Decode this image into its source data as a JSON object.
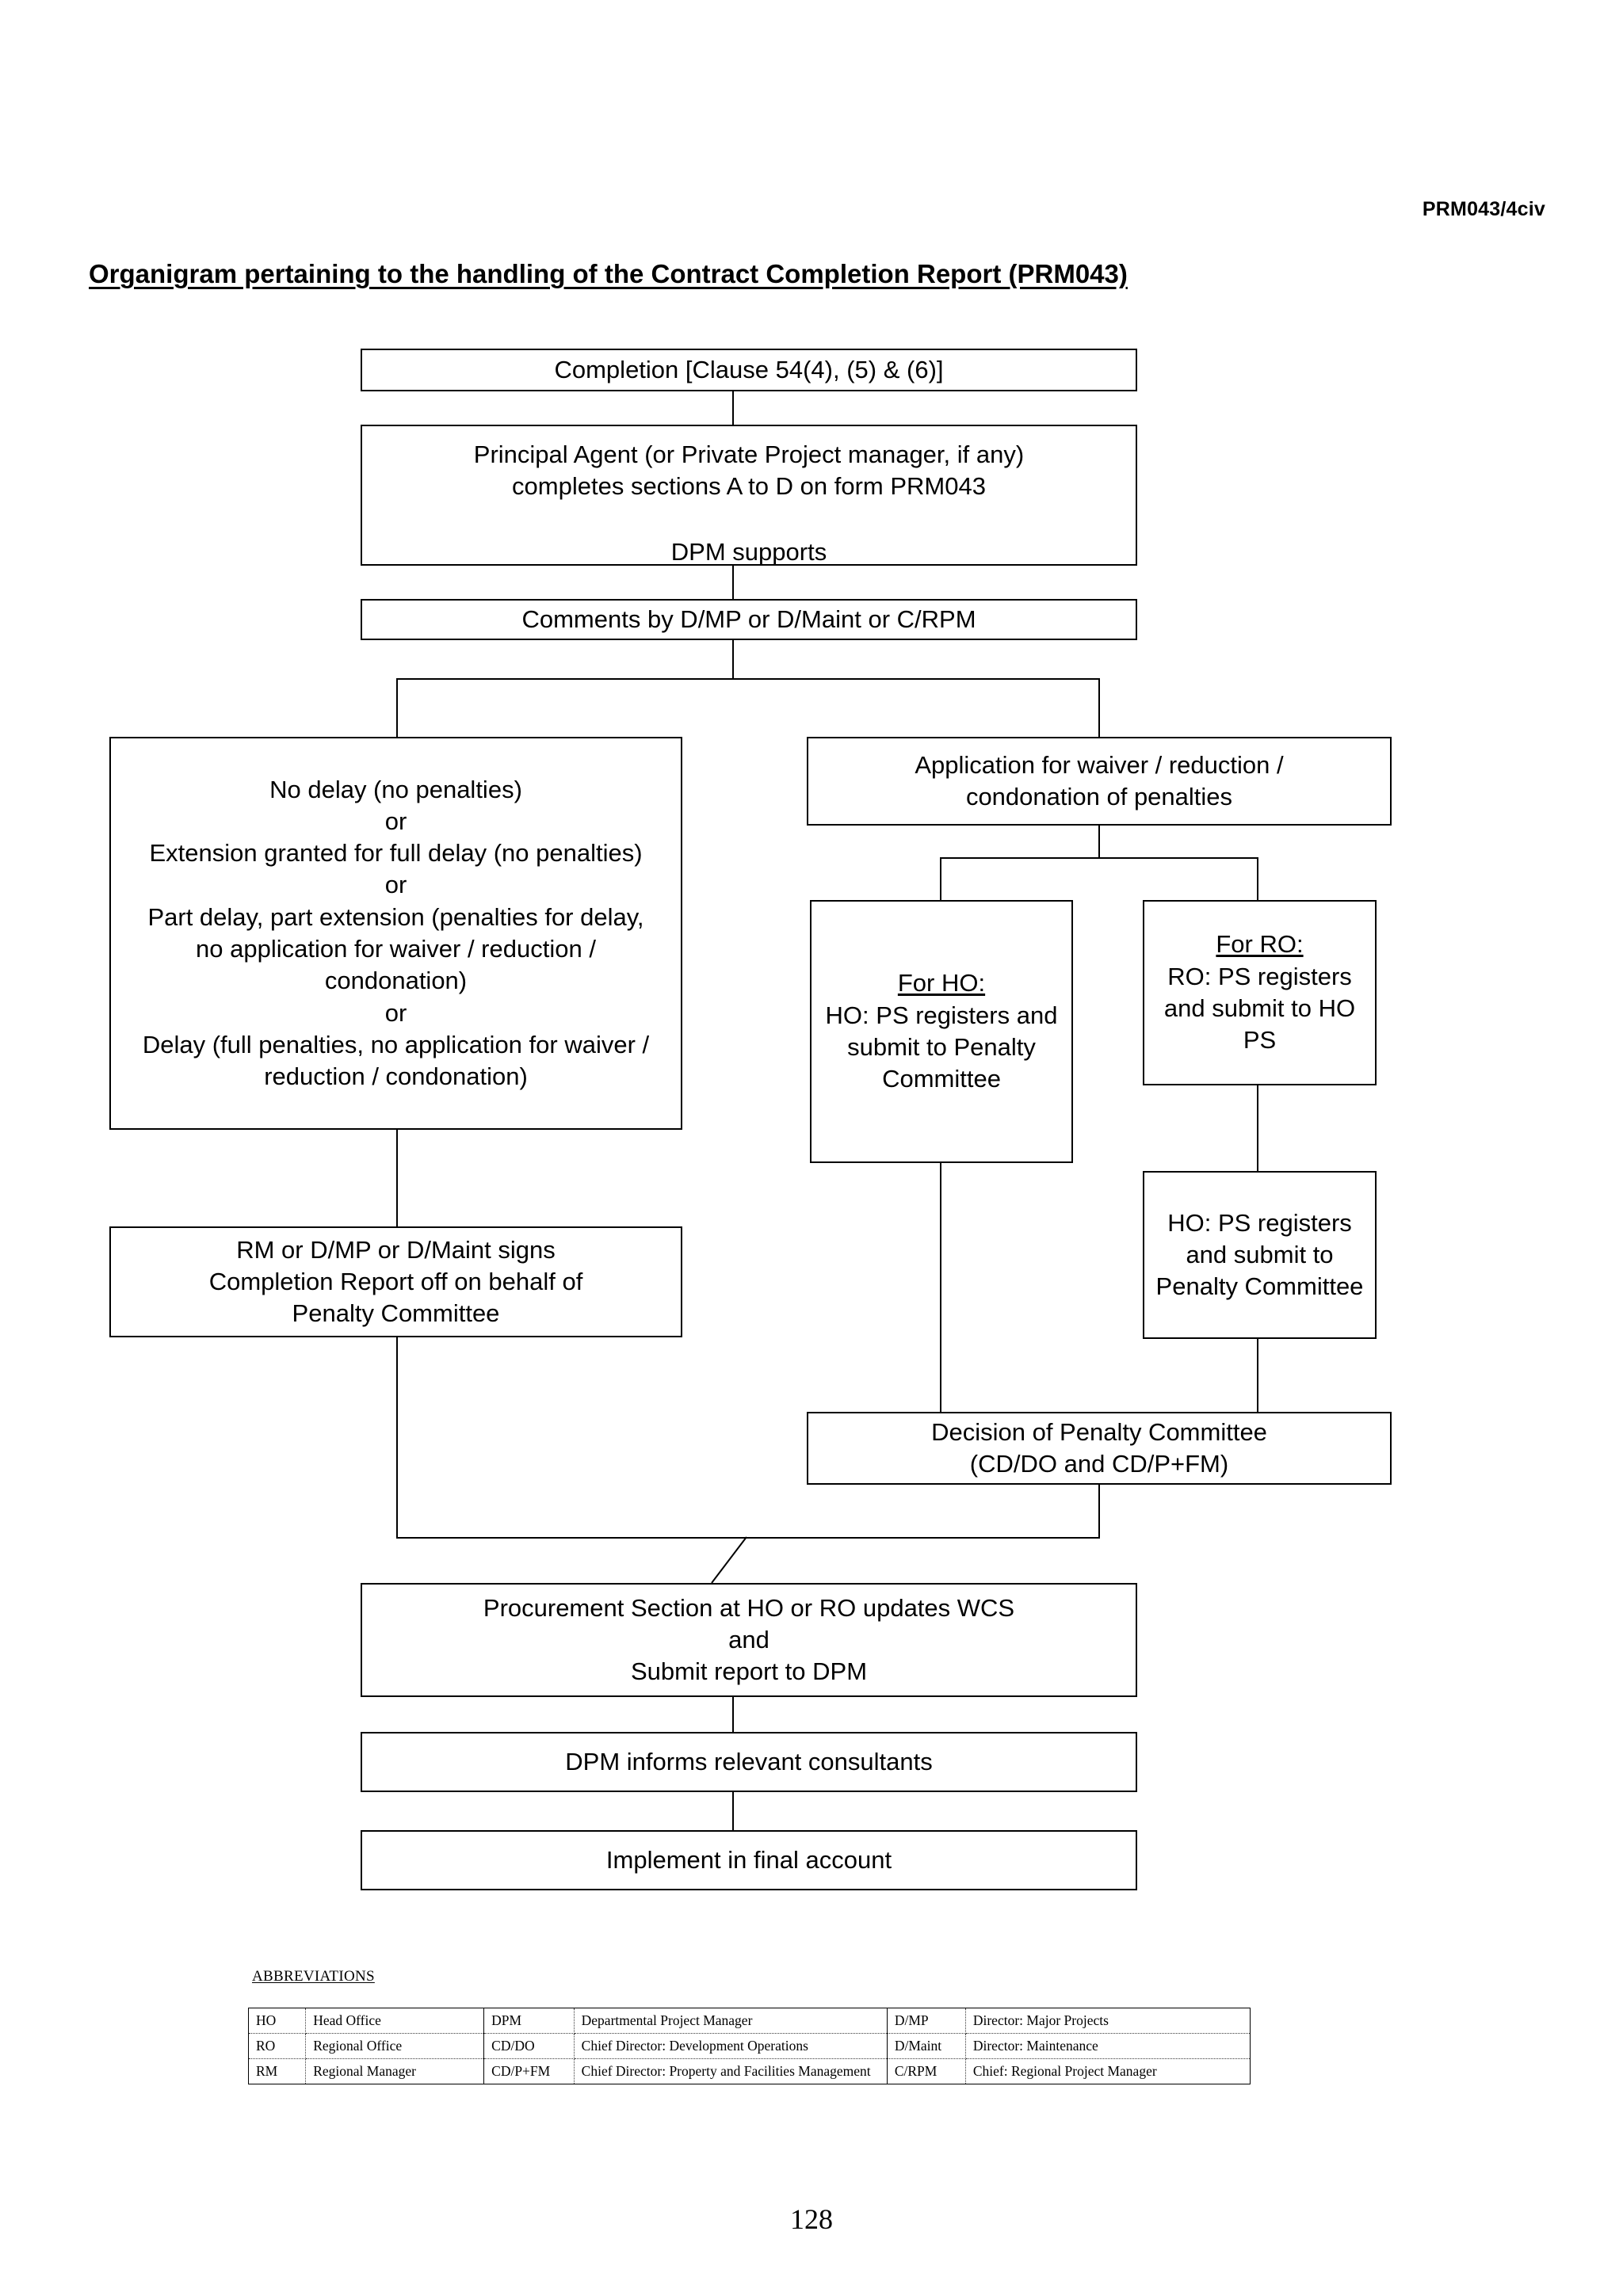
{
  "header": {
    "doc_code": "PRM043/4civ",
    "title": "Organigram pertaining to the handling of the Contract Completion Report (PRM043)"
  },
  "flow": {
    "completion": "Completion [Clause 54(4), (5) & (6)]",
    "principal_agent": "Principal Agent (or Private Project manager, if any)\ncompletes sections A to D on form PRM043",
    "principal_agent_support": "DPM supports",
    "comments": "Comments by D/MP or D/Maint or C/RPM",
    "no_delay": "No delay (no penalties)\nor\nExtension granted for full delay (no penalties)\nor\nPart delay, part extension (penalties for delay, no application for waiver / reduction / condonation)\nor\nDelay (full penalties, no application for waiver / reduction / condonation)",
    "application_waiver": "Application for waiver / reduction /\ncondonation of penalties",
    "for_ho_heading": "For HO:",
    "for_ho_body": "HO:  PS registers and submit to Penalty Committee",
    "for_ro_heading": "For RO:",
    "for_ro_body": "RO:  PS registers and submit to HO PS",
    "ho_ps_second": "HO:  PS registers and submit to Penalty Committee",
    "rm_signs": "RM or D/MP or D/Maint signs\nCompletion Report off on behalf of\nPenalty Committee",
    "decision": "Decision of Penalty Committee\n(CD/DO and CD/P+FM)",
    "procurement": "Procurement Section at HO or RO updates WCS\nand\nSubmit report to DPM",
    "dpm_informs": "DPM informs relevant consultants",
    "implement": "Implement in final account"
  },
  "abbreviations": {
    "heading": "ABBREVIATIONS",
    "rows": [
      {
        "k1": "HO",
        "v1": "Head Office",
        "k2": "DPM",
        "v2": "Departmental Project Manager",
        "k3": "D/MP",
        "v3": "Director: Major Projects"
      },
      {
        "k1": "RO",
        "v1": "Regional Office",
        "k2": "CD/DO",
        "v2": "Chief Director: Development Operations",
        "k3": "D/Maint",
        "v3": "Director: Maintenance"
      },
      {
        "k1": "RM",
        "v1": "Regional Manager",
        "k2": "CD/P+FM",
        "v2": "Chief Director: Property and Facilities Management",
        "k3": "C/RPM",
        "v3": "Chief: Regional Project Manager"
      }
    ]
  },
  "footer": {
    "page_number": "128"
  }
}
